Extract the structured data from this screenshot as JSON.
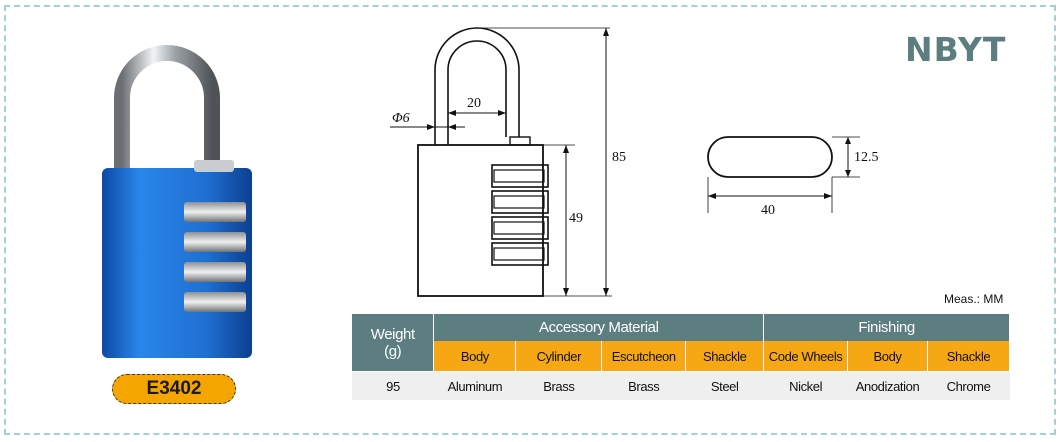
{
  "brand": {
    "name": "NBYT"
  },
  "product": {
    "model": "E3402"
  },
  "drawing": {
    "shackle_diameter": "Φ6",
    "shackle_width": "20",
    "total_height": "85",
    "body_height": "49",
    "wheel_height": "12.5",
    "wheel_length": "40"
  },
  "units": {
    "label": "Meas.: MM"
  },
  "table": {
    "weight_header": [
      "Weight",
      "(g)"
    ],
    "group_accessory": "Accessory Material",
    "group_finishing": "Finishing",
    "columns": [
      "Body",
      "Cylinder",
      "Escutcheon",
      "Shackle",
      "Code Wheels",
      "Body",
      "Shackle"
    ],
    "values": [
      "95",
      "Aluminum",
      "Brass",
      "Brass",
      "Steel",
      "Nickel",
      "Anodization",
      "Chrome"
    ]
  },
  "colors": {
    "header_bg": "#5d7e80",
    "subheader_bg": "#f6a814",
    "lock_body": "#1f6fd1",
    "badge": "#f5a500",
    "frame": "#9fd3d6"
  }
}
